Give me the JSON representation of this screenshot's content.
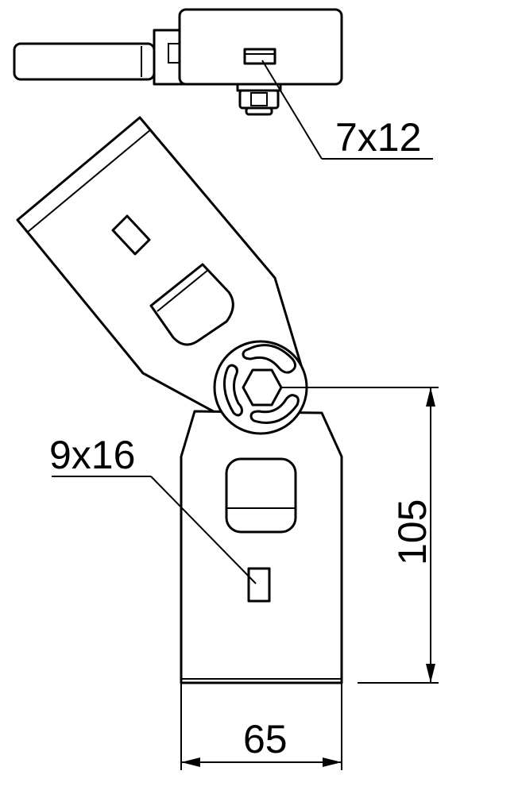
{
  "labels": {
    "slot_top": "7x12",
    "slot_bottom": "9x16",
    "height": "105",
    "width": "65"
  },
  "icons": {
    "hex_bolt": "hexagon-bolt-icon"
  }
}
